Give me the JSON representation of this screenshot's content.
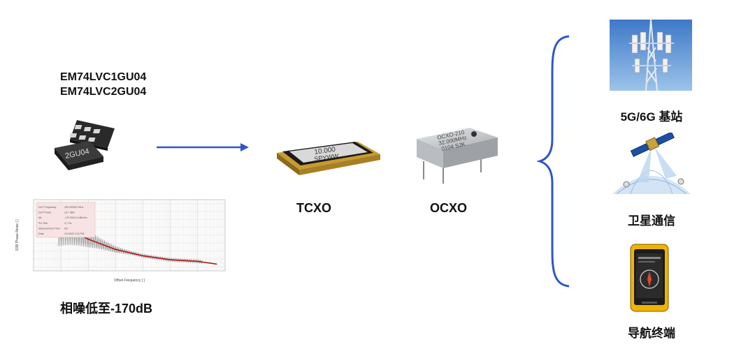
{
  "part_numbers": [
    "EM74LVC1GU04",
    "EM74LVC2GU04"
  ],
  "chip_marking": "2GU04",
  "plot": {
    "caption": "相噪低至-170dB",
    "x_axis_label": "Offset Frequency [ ]",
    "y_axis_label": "SSB Phase Noise [ ]",
    "legend_rows": [
      [
        "DUT Frequency",
        "100.000001 MHz"
      ],
      [
        "DUT Power",
        "15.7 dBm"
      ],
      [
        "Att",
        "-170.00/01.3 dBc/Hz"
      ],
      [
        "PLL BW",
        "3.7 Hz"
      ],
      [
        "Measurement Time",
        "2m"
      ],
      [
        "Date",
        "1/1/2022 2:01 PM"
      ]
    ],
    "chart_data": {
      "type": "line",
      "title": "",
      "xlabel": "Offset Frequency [ ]",
      "ylabel": "SSB Phase Noise [ ]",
      "x_scale": "log",
      "x": [
        1,
        10,
        100,
        1000,
        10000,
        100000,
        1000000,
        10000000
      ],
      "series": [
        {
          "values": [
            -95,
            -118,
            -135,
            -148,
            -156,
            -161,
            -163,
            -168
          ]
        }
      ]
    }
  },
  "tcxo": {
    "label": "TCXO",
    "marking_line1": "10.000",
    "marking_line2": "SPYWW"
  },
  "ocxo": {
    "label": "OCXO",
    "marking_line1": "OCXO-210",
    "marking_line2": "32.000MHz",
    "marking_line3": "0104 SJK"
  },
  "applications": [
    {
      "label": "5G/6G 基站",
      "icon": "cell-tower"
    },
    {
      "label": "卫星通信",
      "icon": "satellite"
    },
    {
      "label": "导航终端",
      "icon": "rugged-phone"
    }
  ],
  "colors": {
    "arrow": "#2f55c8",
    "brace": "#2f55c8",
    "curve": "#b01818"
  }
}
